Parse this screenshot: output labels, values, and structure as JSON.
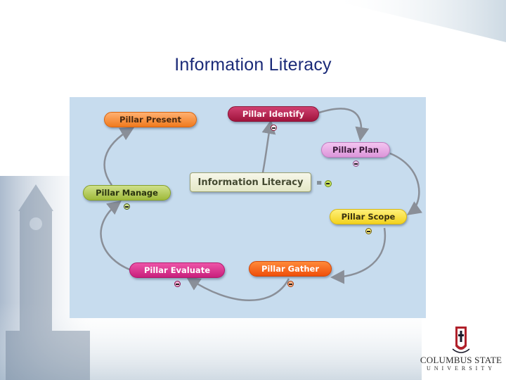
{
  "slide": {
    "title": "Information Literacy"
  },
  "diagram": {
    "center": "Information Literacy",
    "nodes": {
      "present": "Pillar Present",
      "identify": "Pillar Identify",
      "plan": "Pillar Plan",
      "manage": "Pillar Manage",
      "scope": "Pillar Scope",
      "evaluate": "Pillar Evaluate",
      "gather": "Pillar Gather"
    },
    "colors": {
      "present": "#f07a1e",
      "identify": "#a0143c",
      "plan": "#dc96da",
      "manage": "#9fba3a",
      "scope": "#f2d21e",
      "evaluate": "#c81f7c",
      "gather": "#ef4f0a",
      "center": "#e4e8c6",
      "connector": "#8a8f98"
    }
  },
  "logo": {
    "name": "Columbus State",
    "sub": "University"
  }
}
